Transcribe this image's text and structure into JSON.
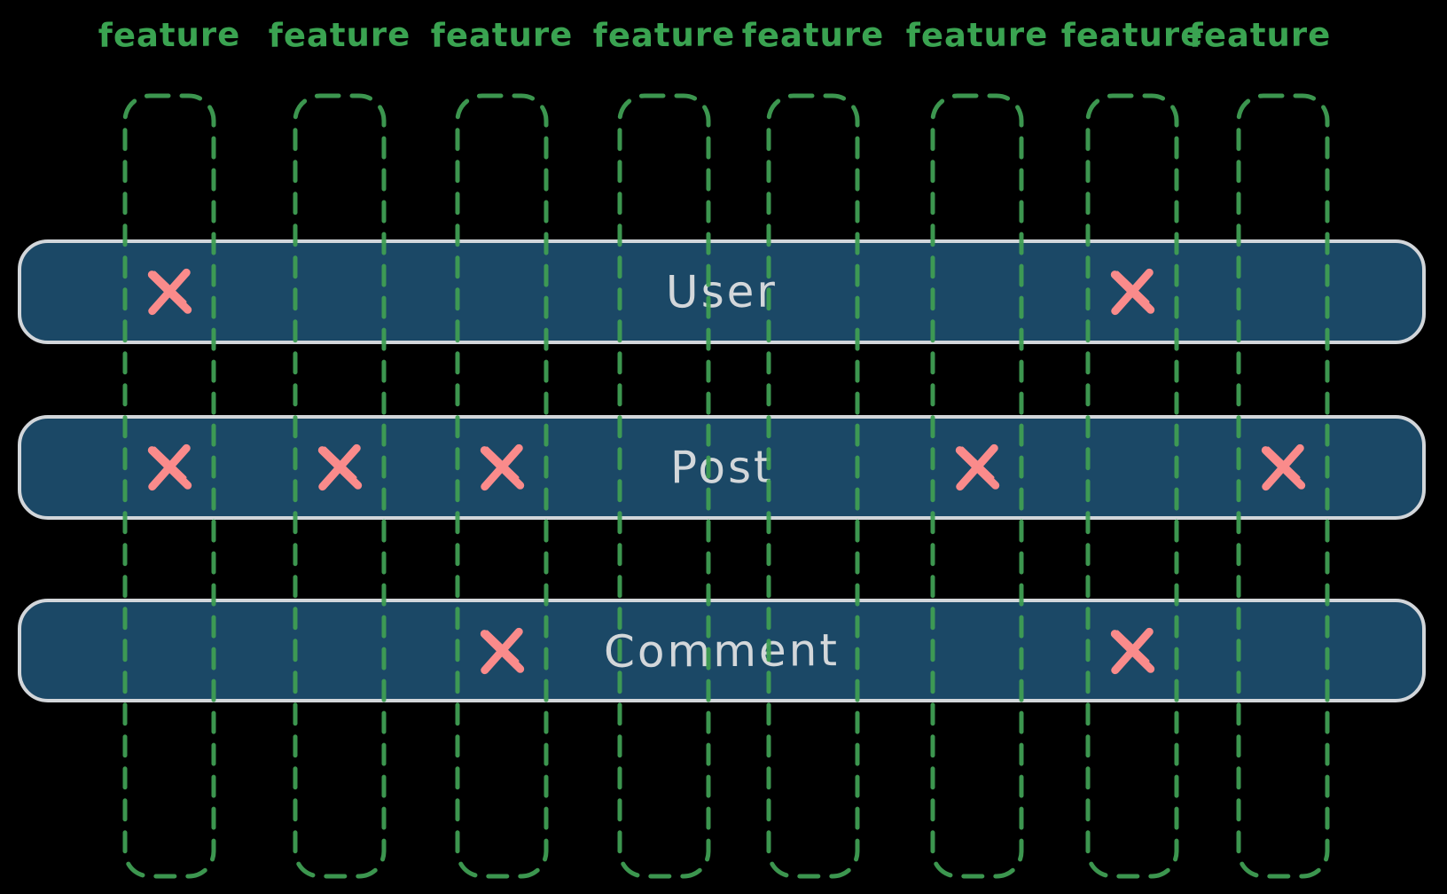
{
  "diagram": {
    "feature_columns": [
      {
        "label": "feature"
      },
      {
        "label": "feature"
      },
      {
        "label": "feature"
      },
      {
        "label": "feature"
      },
      {
        "label": "feature"
      },
      {
        "label": "feature"
      },
      {
        "label": "feature"
      },
      {
        "label": "feature"
      }
    ],
    "entities": [
      {
        "label": "User",
        "marked_features": [
          1,
          7
        ]
      },
      {
        "label": "Post",
        "marked_features": [
          1,
          2,
          3,
          6,
          8
        ]
      },
      {
        "label": "Comment",
        "marked_features": [
          3,
          7
        ]
      }
    ],
    "icons": {
      "mark": "cross-x-icon"
    },
    "colors": {
      "background": "#000000",
      "feature_green": "#3aa351",
      "column_dash_green": "#3f9e53",
      "row_fill": "#1b4866",
      "row_border": "#d2d6da",
      "row_text": "#d3d7da",
      "mark_red": "#fa8b8b"
    }
  }
}
